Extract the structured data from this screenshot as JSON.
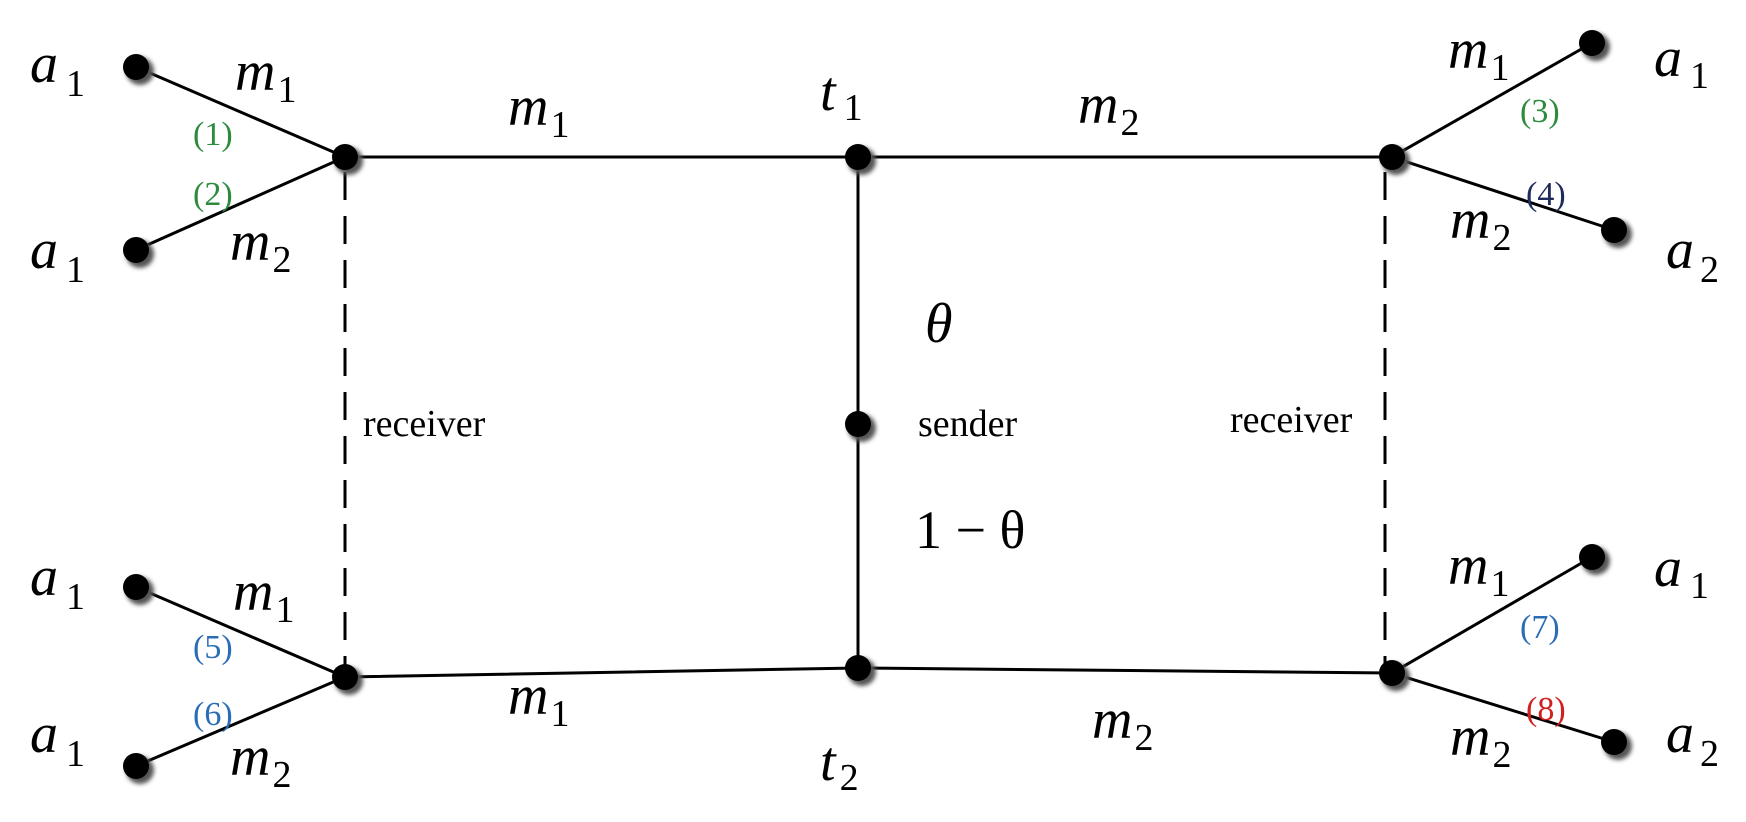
{
  "colors": {
    "line": "#000000",
    "node": "#000000",
    "green": "#2e8b3e",
    "navy": "#1f2b5c",
    "blue": "#2a6db5",
    "red": "#d0201f"
  },
  "nodes": {
    "t1": {
      "main": "t",
      "sub": "1"
    },
    "t2": {
      "main": "t",
      "sub": "2"
    }
  },
  "edges": {
    "top_left": {
      "main": "m",
      "sub": "1"
    },
    "top_right": {
      "main": "m",
      "sub": "2"
    },
    "bottom_left": {
      "main": "m",
      "sub": "1"
    },
    "bottom_right": {
      "main": "m",
      "sub": "2"
    }
  },
  "nature": {
    "theta": "θ",
    "one_minus_theta": "1 − θ",
    "sender": "sender"
  },
  "receivers": {
    "left": "receiver",
    "right": "receiver"
  },
  "branches": {
    "tl": {
      "upper_action": {
        "main": "a",
        "sub": "1"
      },
      "lower_action": {
        "main": "a",
        "sub": "1"
      },
      "upper_msg": {
        "main": "m",
        "sub": "1"
      },
      "lower_msg": {
        "main": "m",
        "sub": "2"
      },
      "upper_num": "(1)",
      "lower_num": "(2)"
    },
    "tr": {
      "upper_action": {
        "main": "a",
        "sub": "1"
      },
      "lower_action": {
        "main": "a",
        "sub": "2"
      },
      "upper_msg": {
        "main": "m",
        "sub": "1"
      },
      "lower_msg": {
        "main": "m",
        "sub": "2"
      },
      "upper_num": "(3)",
      "lower_num": "(4)"
    },
    "bl": {
      "upper_action": {
        "main": "a",
        "sub": "1"
      },
      "lower_action": {
        "main": "a",
        "sub": "1"
      },
      "upper_msg": {
        "main": "m",
        "sub": "1"
      },
      "lower_msg": {
        "main": "m",
        "sub": "2"
      },
      "upper_num": "(5)",
      "lower_num": "(6)"
    },
    "br": {
      "upper_action": {
        "main": "a",
        "sub": "1"
      },
      "lower_action": {
        "main": "a",
        "sub": "2"
      },
      "upper_msg": {
        "main": "m",
        "sub": "1"
      },
      "lower_msg": {
        "main": "m",
        "sub": "2"
      },
      "upper_num": "(7)",
      "lower_num": "(8)"
    }
  }
}
